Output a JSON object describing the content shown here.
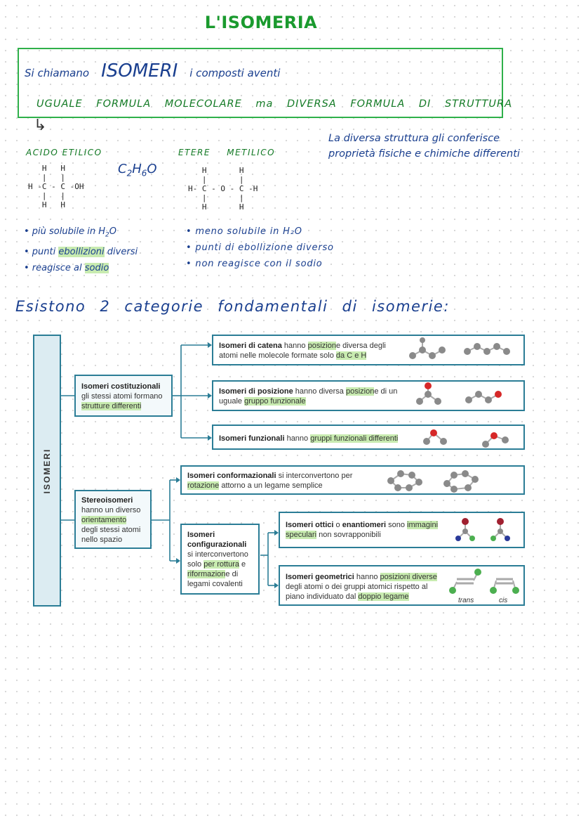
{
  "title": "L'ISOMERIA",
  "definition": {
    "line1_a": "Si chiamano",
    "line1_b": "ISOMERI",
    "line1_c": "i composti aventi",
    "line2": [
      "UGUALE",
      "FORMULA",
      "MOLECOLARE",
      "ma",
      "DIVERSA",
      "FORMULA",
      "DI",
      "STRUTTURA"
    ]
  },
  "examples": {
    "left_title": "ACIDO ETILICO",
    "formula_main": "C",
    "formula_sub1": "2",
    "formula_mid": "H",
    "formula_sub2": "6",
    "formula_end": "O",
    "right_title": "ETERE METILICO",
    "left_structure": "   H   H\n   |   |\nH -C - C -OH\n   |   |\n   H   H",
    "right_structure": "   H       H\n   |       |\nH- C - O - C -H\n   |       |\n   H       H"
  },
  "right_note": "La diversa struttura gli conferisce proprietà fisiche e chimiche differenti",
  "bullets_left": [
    {
      "pre": "• più solubile in H",
      "sub": "2",
      "post": "O",
      "hl": ""
    },
    {
      "pre": "• punti ",
      "hl": "ebollizioni",
      "post": " diversi"
    },
    {
      "pre": "• reagisce al ",
      "hl": "sodio",
      "post": ""
    }
  ],
  "bullets_right": [
    "• meno solubile in H₂O",
    "• punti di ebollizione diverso",
    "• non reagisce con il sodio"
  ],
  "heading2": "Esistono 2 categorie fondamentali di isomerie:",
  "diagram": {
    "root": "ISOMERI",
    "costituzionali": {
      "title": "Isomeri costituzionali",
      "text": "gli stessi atomi formano",
      "hl": "strutture differenti"
    },
    "catena": {
      "title": "Isomeri di catena",
      "t1": " hanno ",
      "hl1": "posizion",
      "t2": "e diversa degli atomi nelle molecole formate solo ",
      "hl2": "da C e H"
    },
    "posizione": {
      "title": "Isomeri di posizione",
      "t1": " hanno diversa ",
      "hl1": "posizion",
      "t2": "e di un uguale ",
      "hl2": "gruppo funzionale"
    },
    "funzionali": {
      "title": "Isomeri funzionali",
      "t1": " hanno ",
      "hl1": "gruppi funzionali differenti"
    },
    "stereo": {
      "title": "Stereoisomeri",
      "t1": "hanno un diverso ",
      "hl1": "orientamento",
      "t2": " degli stessi atomi nello spazio"
    },
    "conformazionali": {
      "title": "Isomeri conformazionali",
      "t1": " si interconvertono per ",
      "hl1": "rotazione",
      "t2": " attorno a un legame semplice"
    },
    "configurazionali": {
      "title": "Isomeri configurazionali",
      "t1": " si interconvertono solo ",
      "hl1": "per rottura",
      "t2": " e ",
      "hl2": "riformazion",
      "t3": "e di legami covalenti"
    },
    "ottici": {
      "title": "Isomeri ottici",
      "t1": " o ",
      "title2": "enantiomeri",
      "t2": " sono ",
      "hl1": "immagini speculari",
      "t3": " non sovrapponibili"
    },
    "geometrici": {
      "title": "Isomeri geometrici",
      "t1": " hanno ",
      "hl1": "posizioni diverse",
      "t2": " degli atomi o dei gruppi atomici rispetto al piano individuato dal ",
      "hl2": "doppio legame"
    },
    "trans": "trans",
    "cis": "cis",
    "colors": {
      "border": "#2b7d96",
      "highlight": "#c8ebb0",
      "oxygen": "#d62828",
      "carbon": "#8a8a8a",
      "chlorine": "#4caf50",
      "nitrogen": "#2a3a9a"
    }
  }
}
